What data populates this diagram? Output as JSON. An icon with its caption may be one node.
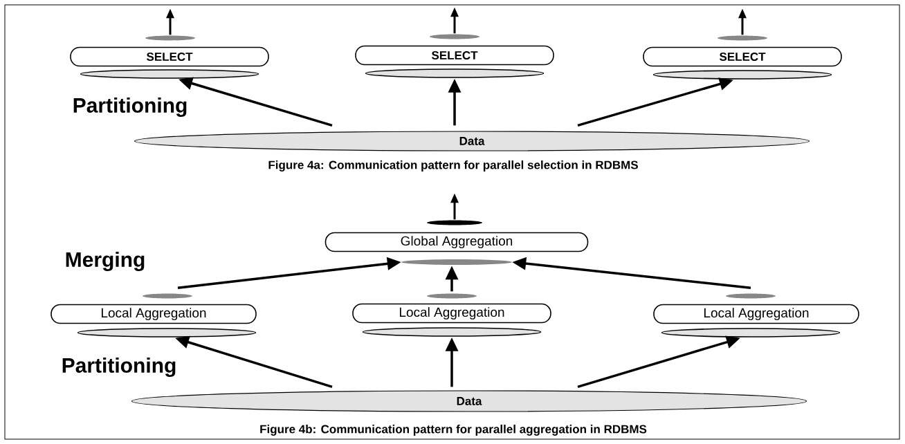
{
  "diagram": {
    "nodes": [
      {
        "text": [
          "SELECT"
        ]
      },
      {
        "text": [
          "SELECT"
        ]
      },
      {
        "text": [
          "SELECT"
        ]
      },
      {
        "text": [],
        "shape": "ellipse"
      },
      {
        "text": [],
        "shape": "ellipse"
      },
      {
        "text": [],
        "shape": "ellipse"
      },
      {
        "text": [],
        "shape": "ellipse"
      },
      {
        "text": [],
        "shape": "ellipse"
      },
      {
        "text": [],
        "shape": "ellipse"
      },
      {
        "text": [
          "Data"
        ]
      },
      {
        "text": [
          "Global Aggregation"
        ]
      },
      {
        "text": [],
        "shape": "ellipse"
      },
      {
        "text": [],
        "shape": "ellipse"
      },
      {
        "text": [
          "Local Aggregation"
        ]
      },
      {
        "text": [
          "Local Aggregation"
        ]
      },
      {
        "text": [
          "Local Aggregation"
        ]
      },
      {
        "text": [],
        "shape": "ellipse"
      },
      {
        "text": [],
        "shape": "ellipse"
      },
      {
        "text": [],
        "shape": "ellipse"
      },
      {
        "text": [],
        "shape": "ellipse"
      },
      {
        "text": [],
        "shape": "ellipse"
      },
      {
        "text": [],
        "shape": "ellipse"
      },
      {
        "text": [
          "Data"
        ]
      }
    ],
    "edges": [
      {
        "from": 9,
        "to": 3,
        "arrow": "to"
      },
      {
        "from": 9,
        "to": 4,
        "arrow": "to"
      },
      {
        "from": 9,
        "to": 5,
        "arrow": "to"
      },
      {
        "from": 6,
        "to": null,
        "arrow": "to"
      },
      {
        "from": 7,
        "to": null,
        "arrow": "to"
      },
      {
        "from": 8,
        "to": null,
        "arrow": "to"
      },
      {
        "from": 22,
        "to": 16,
        "arrow": "to"
      },
      {
        "from": 22,
        "to": 17,
        "arrow": "to"
      },
      {
        "from": 22,
        "to": 18,
        "arrow": "to"
      },
      {
        "from": 19,
        "to": 11,
        "arrow": "to"
      },
      {
        "from": 20,
        "to": 11,
        "arrow": "to"
      },
      {
        "from": 21,
        "to": 11,
        "arrow": "to"
      },
      {
        "from": 12,
        "to": null,
        "arrow": "to"
      }
    ],
    "labels": [
      "Partitioning",
      "Figure 4a: Communication pattern for parallel selection in RDBMS",
      "Merging",
      "Partitioning",
      "Figure 4b: Communication pattern for parallel aggregation in RDBMS"
    ]
  }
}
